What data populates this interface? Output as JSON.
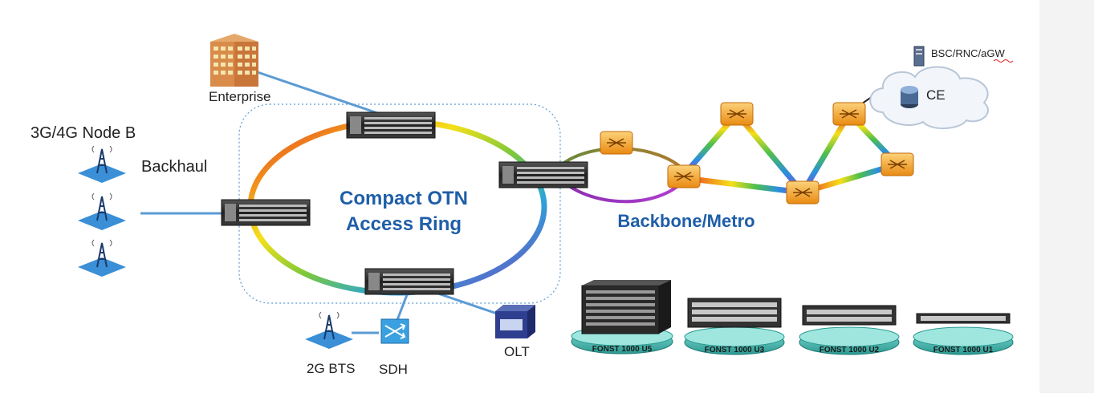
{
  "labels": {
    "enterprise": "Enterprise",
    "node_b": "3G/4G Node B",
    "backhaul": "Backhaul",
    "ring_line1": "Compact OTN",
    "ring_line2": "Access Ring",
    "backbone": "Backbone/Metro",
    "bsc": "BSC/RNC/aGW",
    "ce": "CE",
    "bts": "2G BTS",
    "sdh": "SDH",
    "olt": "OLT"
  },
  "platforms": [
    {
      "label": "FONST 1000 U5"
    },
    {
      "label": "FONST 1000 U3"
    },
    {
      "label": "FONST 1000 U2"
    },
    {
      "label": "FONST 1000 U1"
    }
  ],
  "colors": {
    "title_blue": "#1f5ea8",
    "link_blue": "#5b9bd5",
    "router_orange": "#f5a623",
    "platform_teal": "#3fb6ad",
    "tower_blue": "#3a8fd6",
    "background_strip": "#f3f3f3"
  },
  "icons": [
    "building-icon",
    "cell-tower-icon",
    "otn-device-icon",
    "router-icon",
    "cloud-icon",
    "server-icon",
    "sdh-switch-icon",
    "olt-icon"
  ]
}
